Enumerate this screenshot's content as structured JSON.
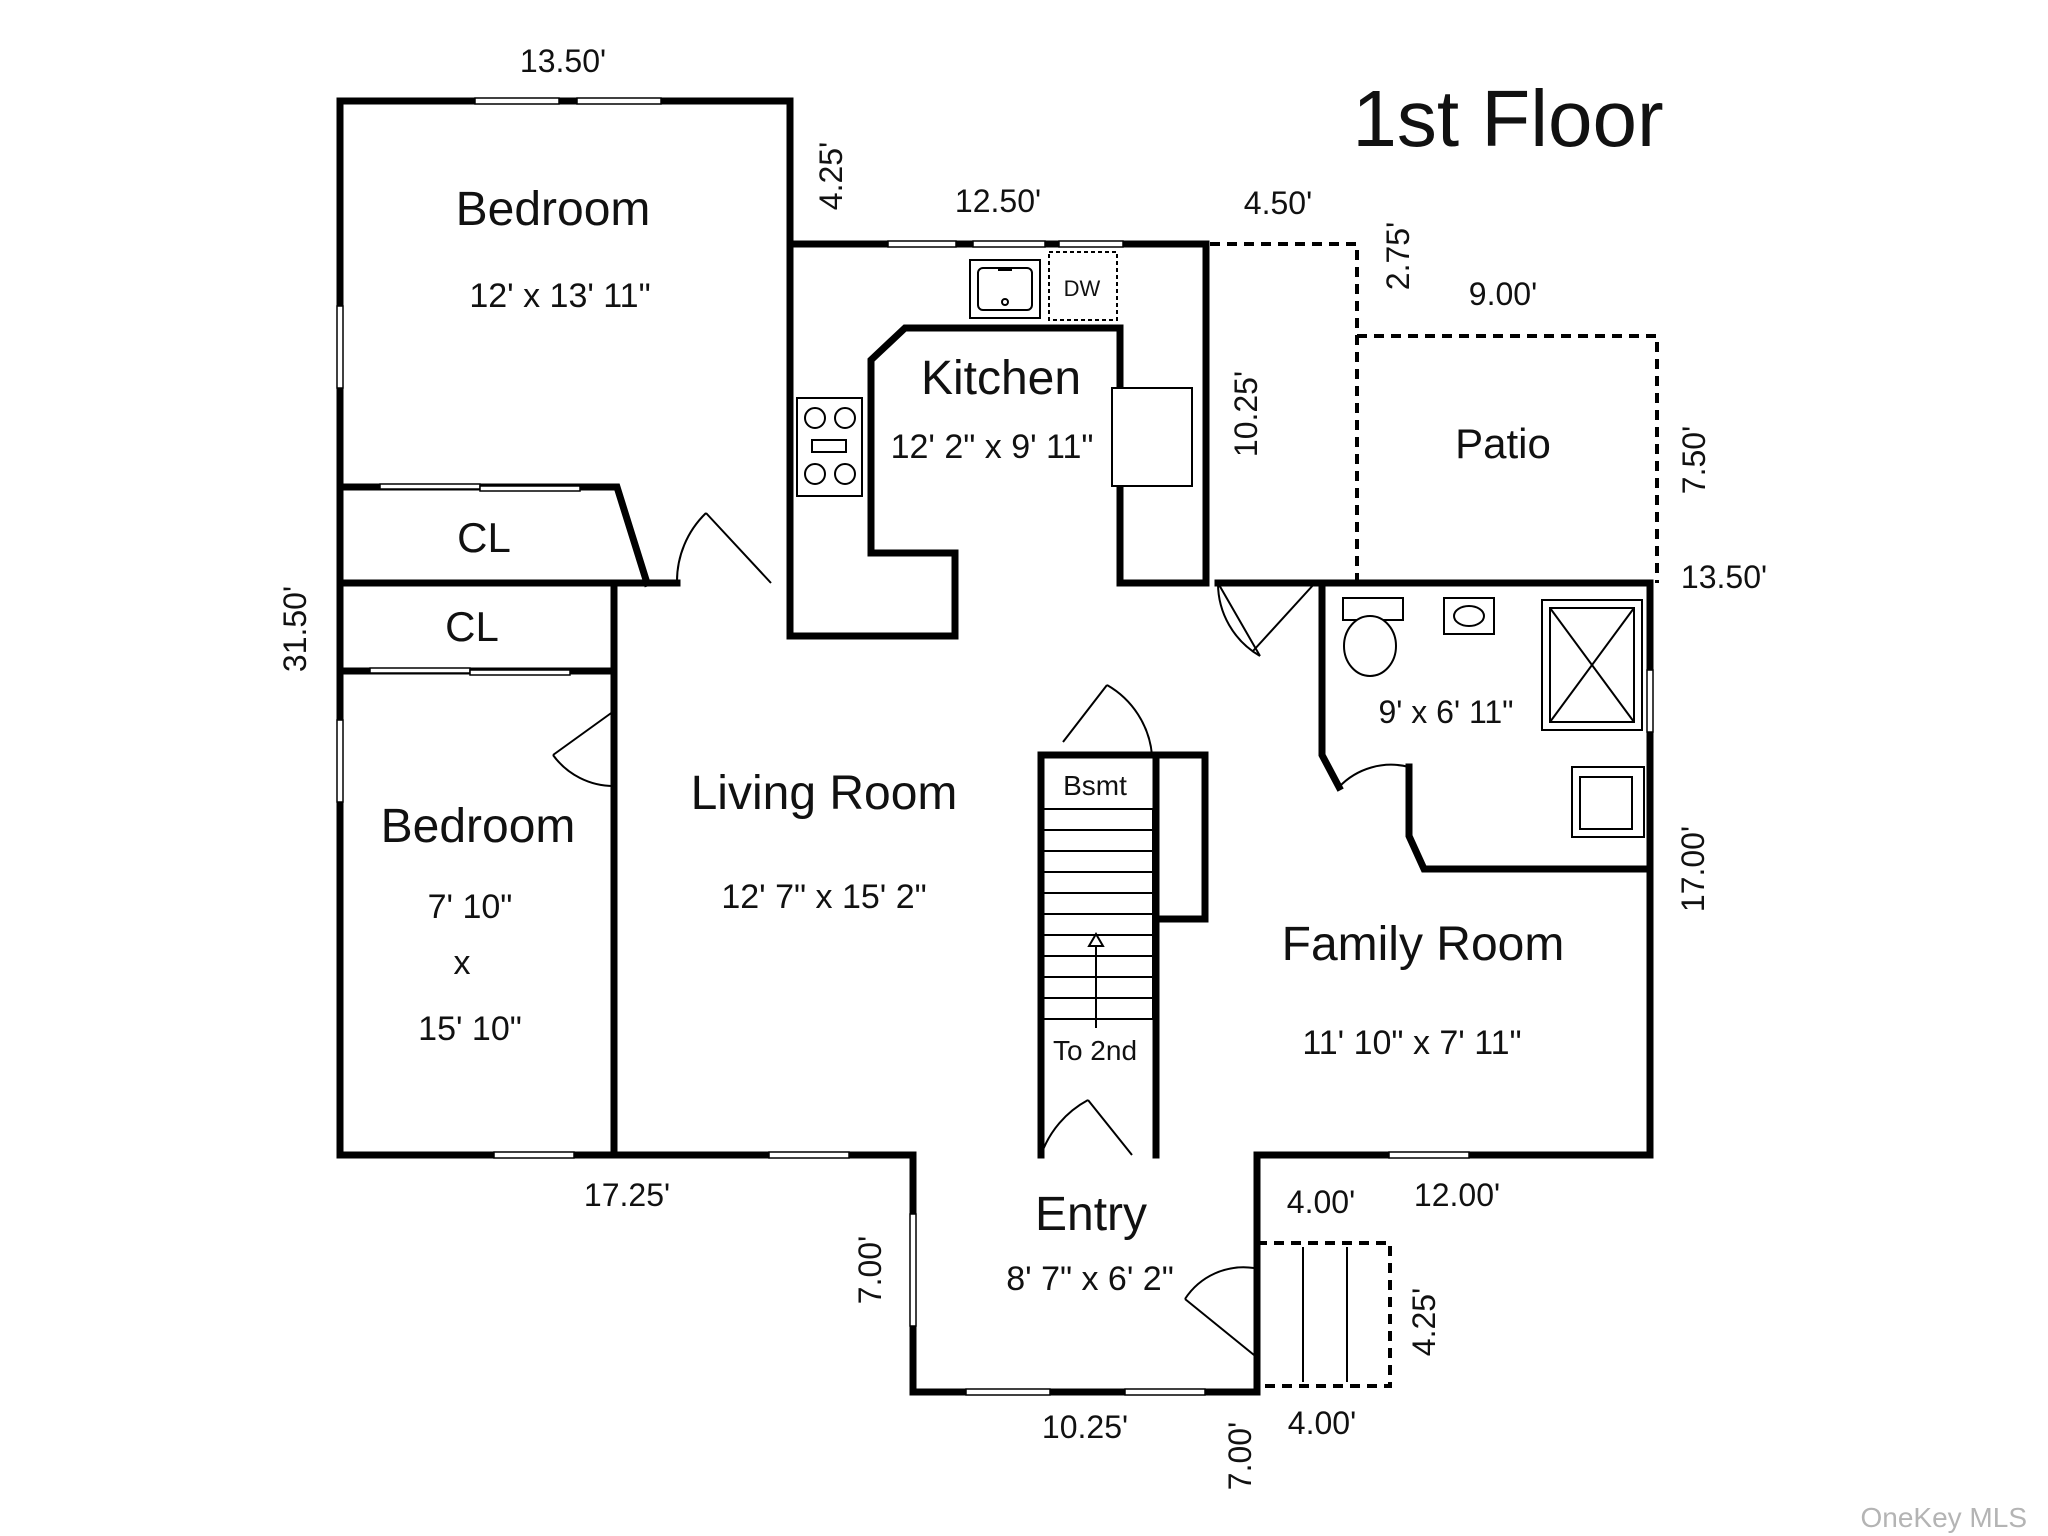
{
  "title": "1st Floor",
  "rooms": {
    "bedroom1": {
      "name": "Bedroom",
      "size": "12' x 13' 11\""
    },
    "kitchen": {
      "name": "Kitchen",
      "size": "12' 2\" x 9' 11\""
    },
    "closet1": {
      "name": "CL"
    },
    "closet2": {
      "name": "CL"
    },
    "bedroom2": {
      "name": "Bedroom",
      "size_line1": "7' 10\"",
      "size_line2": "x",
      "size_line3": "15' 10\""
    },
    "living": {
      "name": "Living Room",
      "size": "12' 7\" x 15' 2\""
    },
    "bath": {
      "size": "9' x 6' 11\""
    },
    "family": {
      "name": "Family Room",
      "size": "11' 10\" x 7' 11\""
    },
    "entry": {
      "name": "Entry",
      "size": "8' 7\" x 6' 2\""
    },
    "patio": {
      "name": "Patio"
    }
  },
  "labels": {
    "dishwasher": "DW",
    "basement": "Bsmt",
    "stairs_up": "To 2nd"
  },
  "dimensions": {
    "top_bedroom": "13.50'",
    "kitchen_step": "4.25'",
    "kitchen_top": "12.50'",
    "walk_top": "4.50'",
    "walk_side": "2.75'",
    "patio_top": "9.00'",
    "walk_height": "10.25'",
    "patio_side": "7.50'",
    "right_upper": "13.50'",
    "left_side": "31.50'",
    "right_lower": "17.00'",
    "bottom_left": "17.25'",
    "entry_side": "7.00'",
    "step_top": "4.00'",
    "bottom_right": "12.00'",
    "step_side": "4.25'",
    "entry_bottom": "10.25'",
    "step_bottom": "4.00'",
    "entry_right": "7.00'"
  },
  "watermark": "OneKey MLS"
}
